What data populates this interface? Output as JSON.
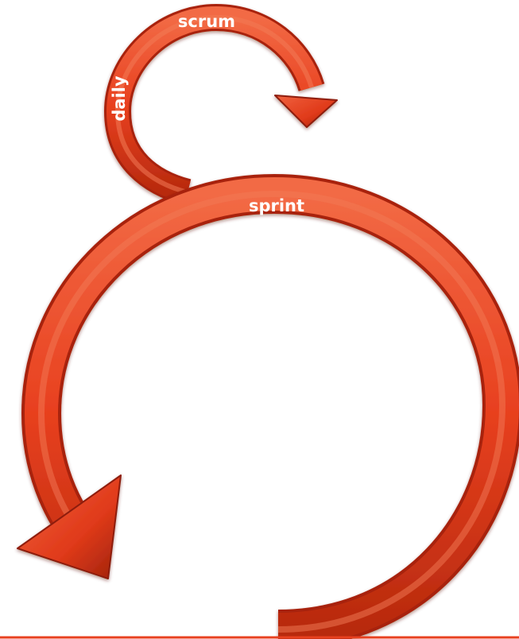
{
  "diagram": {
    "labels": {
      "scrum": "scrum",
      "daily": "daily",
      "sprint": "sprint"
    },
    "colors": {
      "arrow_main": "#e8401f",
      "arrow_light": "#f0623f",
      "arrow_dark": "#a8240c",
      "edge_shadow": "#7a1a08",
      "label_text": "#ffffff"
    }
  }
}
